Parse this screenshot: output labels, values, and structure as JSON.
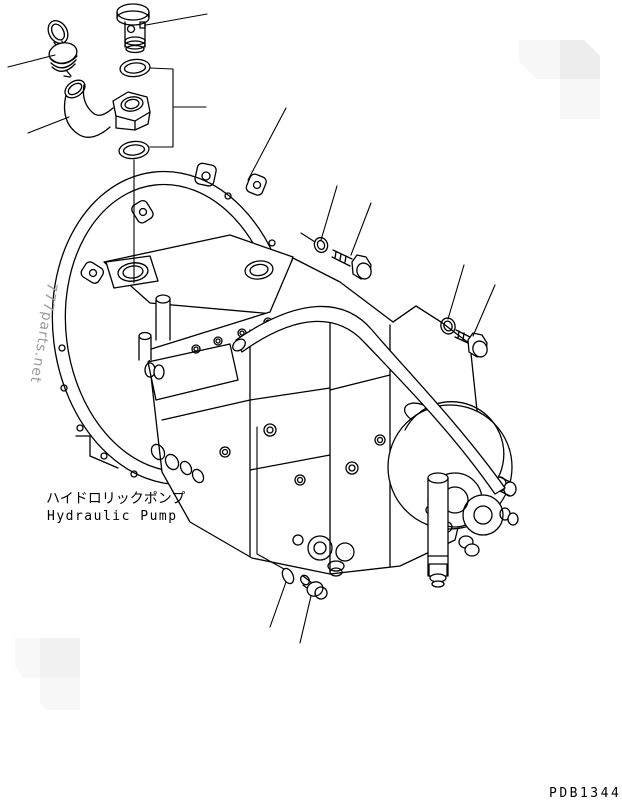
{
  "labels": {
    "title_jp": "ハイドロリックポンプ",
    "title_en": "Hydraulic Pump"
  },
  "footer": {
    "drawing_code": "PDB1344"
  },
  "watermark": {
    "text": "777parts.net"
  },
  "colors": {
    "line": "#000000",
    "background": "#ffffff",
    "watermark_text": "#9a9a9a",
    "logo_light": "#f7f7f7",
    "logo_mid": "#ededed"
  },
  "parts": [
    "filler-cap-with-ring",
    "breather-bolt",
    "o-ring-upper",
    "elbow-fitting",
    "o-ring-lower",
    "flywheel-housing",
    "hydraulic-pump-assembly",
    "washer-front",
    "mounting-bolt-front",
    "washer-rear",
    "mounting-bolt-rear",
    "gasket-bottom",
    "drain-plug-bottom"
  ]
}
